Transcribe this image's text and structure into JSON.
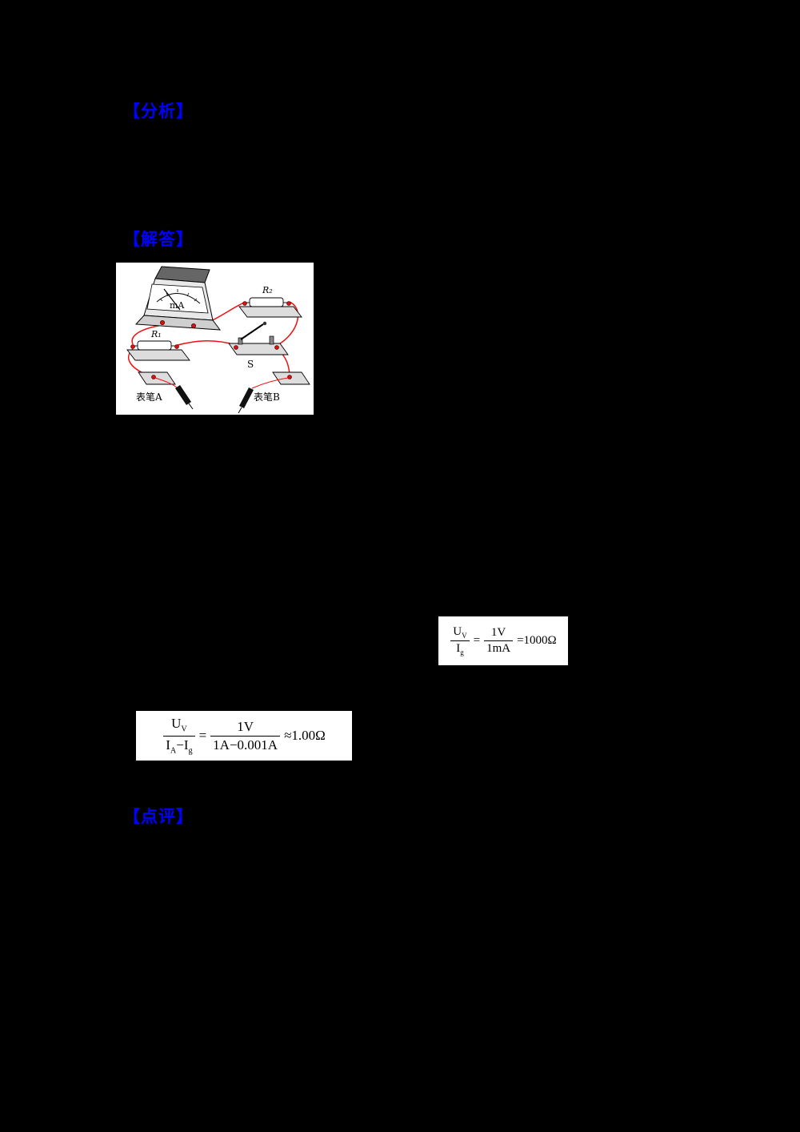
{
  "colors": {
    "page_bg": "#000000",
    "panel_bg": "#ffffff",
    "heading_blue": "#0000ff",
    "wire_red": "#f01010"
  },
  "headings": {
    "analysis": "【分析】",
    "answer": "【解答】",
    "comment": "【点评】"
  },
  "diagram": {
    "meter_label": "mA",
    "resistor1_label": "R₁",
    "resistor2_label": "R₂",
    "switch_label": "S",
    "probe_a_label": "表笔A",
    "probe_b_label": "表笔B"
  },
  "formula_rg": {
    "lhs_num_base": "U",
    "lhs_num_sub": "V",
    "lhs_den_base": "I",
    "lhs_den_sub": "g",
    "equals": "=",
    "rhs_num": "1V",
    "rhs_den": "1mA",
    "result": "=1000Ω"
  },
  "formula_ra": {
    "lhs_num_base": "U",
    "lhs_num_sub": "V",
    "lhs_den_base1": "I",
    "lhs_den_sub1": "A",
    "lhs_den_minus": "−",
    "lhs_den_base2": "I",
    "lhs_den_sub2": "g",
    "equals": "=",
    "rhs_num": "1V",
    "rhs_den": "1A−0.001A",
    "approx_result": "≈1.00Ω"
  }
}
